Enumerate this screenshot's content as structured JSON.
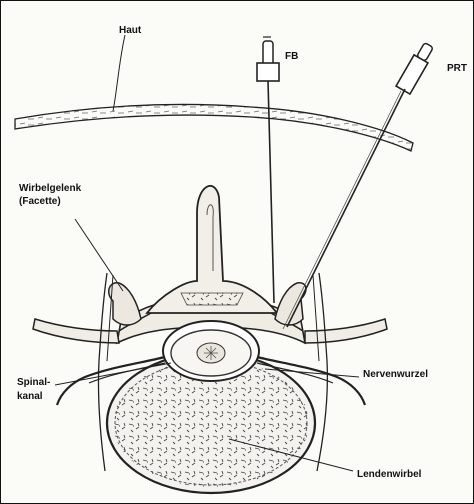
{
  "labels": {
    "skin": "Haut",
    "needle_fb": "FB",
    "needle_prt": "PRT",
    "facet_joint_line1": "Wirbelgelenk",
    "facet_joint_line2": "(Facette)",
    "spinal_canal_line1": "Spinal-",
    "spinal_canal_line2": "kanal",
    "nerve_root": "Nervenwurzel",
    "vertebral_body": "Lendenwirbel"
  }
}
